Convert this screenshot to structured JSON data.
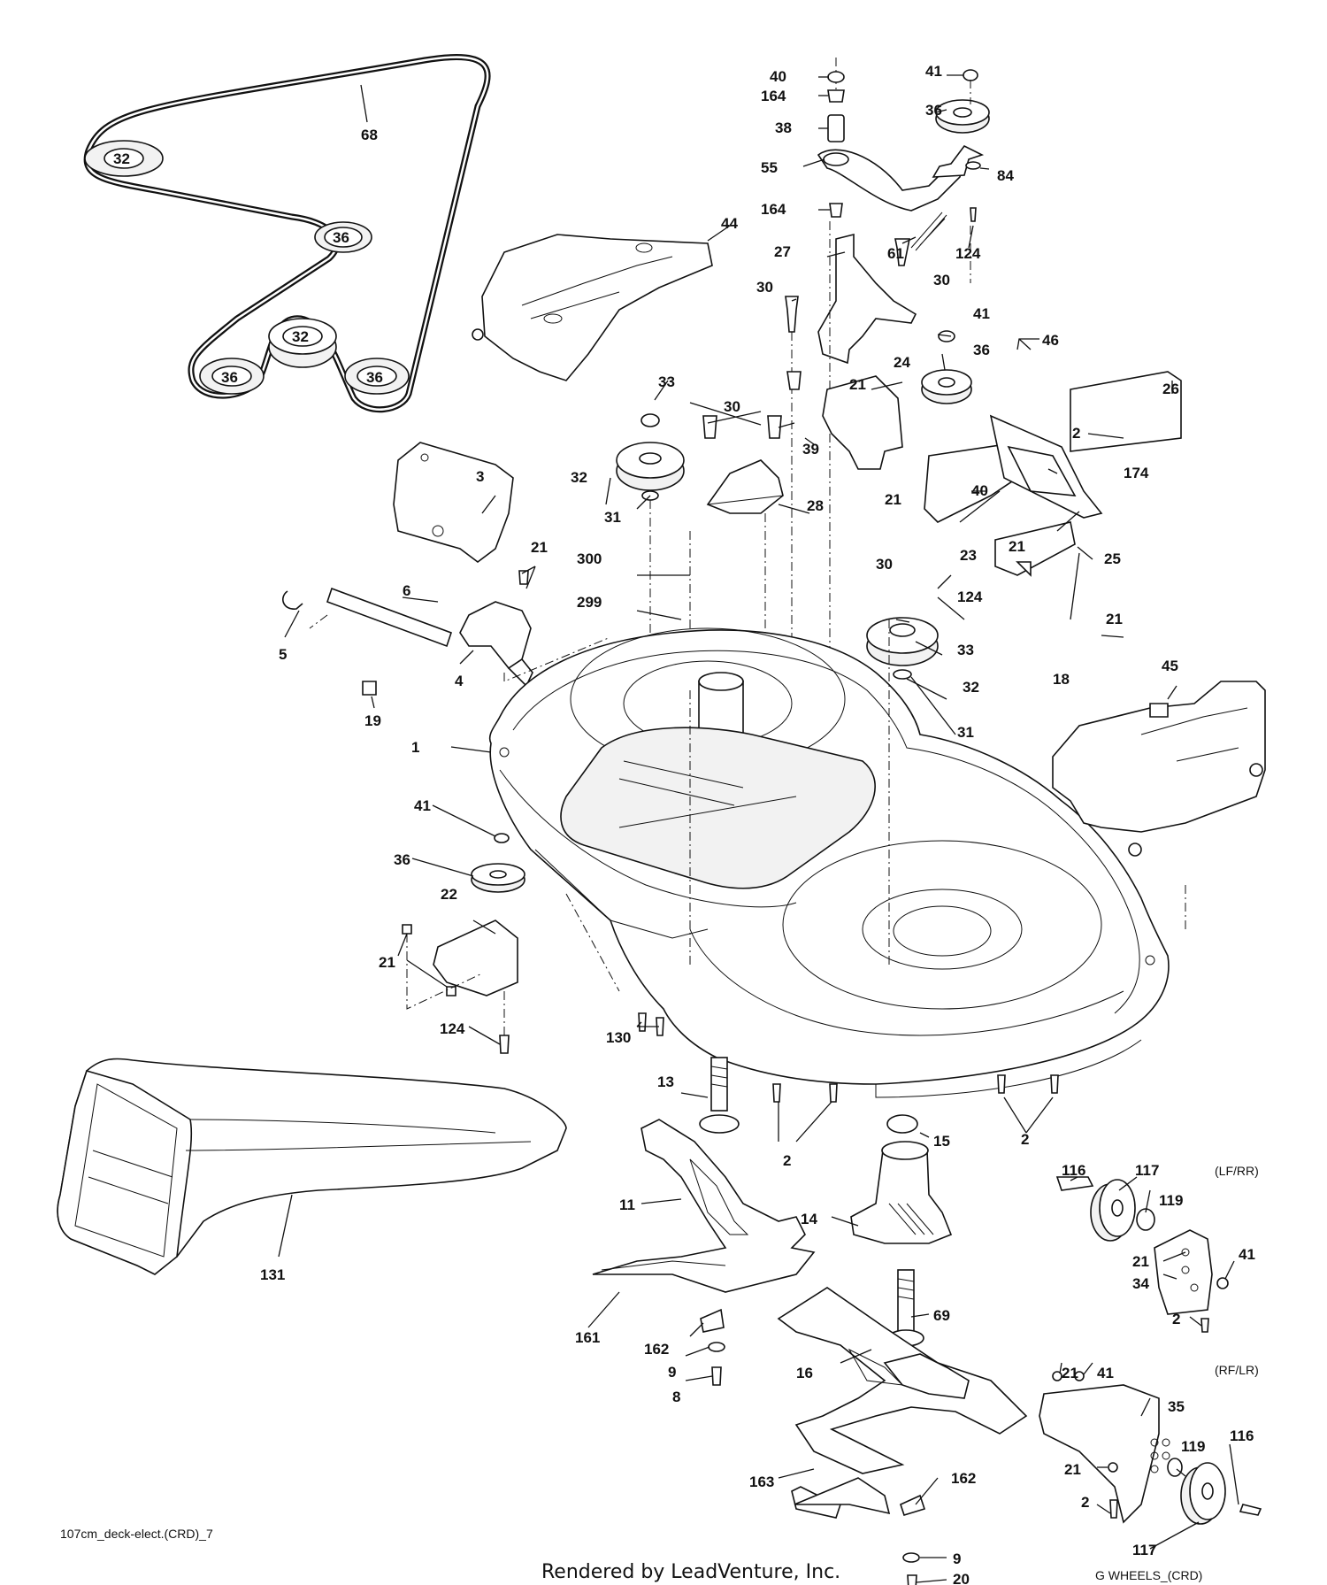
{
  "diagram": {
    "callouts": {
      "c68": "68",
      "belt32a": "32",
      "belt36a": "36",
      "belt32b": "32",
      "belt36b": "36",
      "belt36c": "36",
      "c44": "44",
      "c40top": "40",
      "c164top": "164",
      "c38": "38",
      "c55": "55",
      "c164mid": "164",
      "c27": "27",
      "c41top": "41",
      "c36top": "36",
      "c84": "84",
      "c124top": "124",
      "c61": "61",
      "c30a": "30",
      "c30b": "30",
      "c41b": "41",
      "c36b": "36",
      "c46": "46",
      "c26": "26",
      "c21a": "21",
      "c24": "24",
      "c39": "39",
      "c2a": "2",
      "c174": "174",
      "c33a": "33",
      "c30c": "30",
      "c32a": "32",
      "c31a": "31",
      "c28": "28",
      "c21b": "21",
      "c40b": "40",
      "c23": "23",
      "c3": "3",
      "c21c": "21",
      "c6": "6",
      "c300": "300",
      "c30d": "30",
      "c124b": "124",
      "c21d": "21",
      "c25": "25",
      "c299": "299",
      "c5": "5",
      "c4": "4",
      "c21e": "21",
      "c33b": "33",
      "c32b": "32",
      "c18": "18",
      "c19": "19",
      "c31b": "31",
      "c45": "45",
      "c1": "1",
      "c41c": "41",
      "c36c": "36",
      "c22": "22",
      "c21f": "21",
      "c124c": "124",
      "c130": "130",
      "c13": "13",
      "c2b": "2",
      "c2c": "2",
      "c15": "15",
      "c131": "131",
      "c11": "11",
      "c14": "14",
      "c116a": "116",
      "c117a": "117",
      "c119a": "119",
      "c21g": "21",
      "c41d": "41",
      "c34": "34",
      "c2d": "2",
      "c69": "69",
      "c161": "161",
      "c162a": "162",
      "c9a": "9",
      "c8": "8",
      "c16": "16",
      "c21h": "21",
      "c41e": "41",
      "c35": "35",
      "c119b": "119",
      "c116b": "116",
      "c21i": "21",
      "c2e": "2",
      "c117b": "117",
      "c163": "163",
      "c162b": "162",
      "c9b": "9",
      "c20": "20"
    },
    "notes": {
      "lfrr": "(LF/RR)",
      "rflr": "(RF/LR)",
      "wheels": "G WHEELS_(CRD)",
      "ref": "107cm_deck-elect.(CRD)_7"
    },
    "footer": "Rendered by LeadVenture, Inc."
  }
}
